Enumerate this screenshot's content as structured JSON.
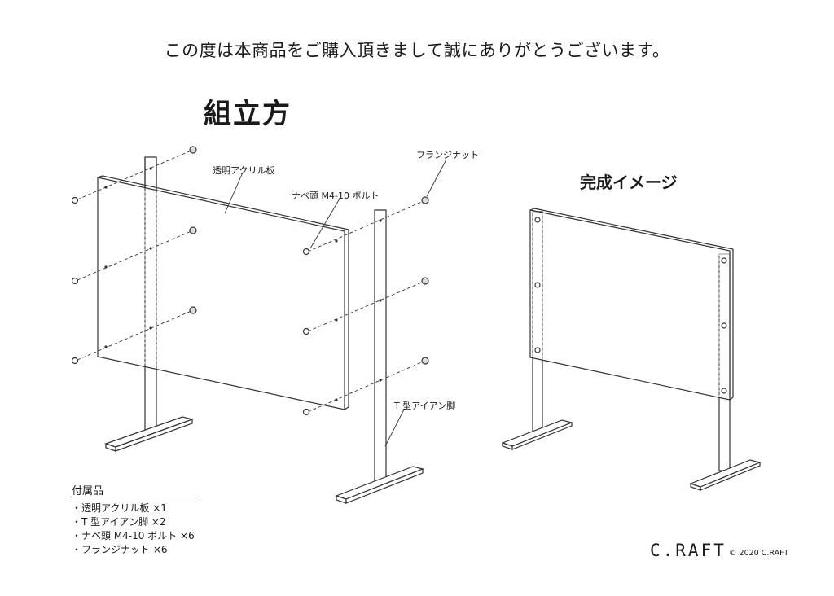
{
  "header": {
    "thanks": "この度は本商品をご購入頂きまして誠にありがとうございます。"
  },
  "assembly": {
    "title": "組立方",
    "labels": {
      "acrylic": "透明アクリル板",
      "bolt": "ナベ頭 M4-10 ボルト",
      "nut": "フランジナット",
      "leg": "T 型アイアン脚"
    }
  },
  "finished": {
    "title": "完成イメージ"
  },
  "parts": {
    "title": "付属品",
    "items": [
      "・透明アクリル板 ×1",
      "・T 型アイアン脚 ×2",
      "・ナベ頭 M4-10 ボルト ×6",
      "・フランジナット ×6"
    ]
  },
  "footer": {
    "brand": "C.RAFT",
    "copyright": "© 2020 C.RAFT"
  }
}
